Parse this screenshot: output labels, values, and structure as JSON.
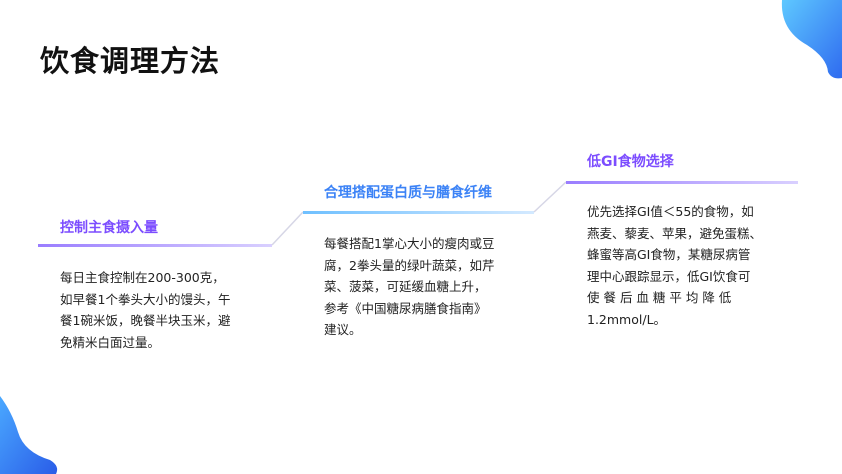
{
  "title": "饮食调理方法",
  "colors": {
    "purple": "#7c4dff",
    "blue": "#3b82f6",
    "connector": "#d6d6e6"
  },
  "steps": [
    {
      "title": "控制主食摄入量",
      "lines": [
        "每日主食控制在200-300克，",
        "如早餐1个拳头大小的馒头，午",
        "餐1碗米饭，晚餐半块玉米，避",
        "免精米白面过量。"
      ]
    },
    {
      "title": "合理搭配蛋白质与膳食纤维",
      "lines": [
        "每餐搭配1掌心大小的瘦肉或豆",
        "腐，2拳头量的绿叶蔬菜，如芹",
        "菜、菠菜，可延缓血糖上升，",
        "参考《中国糖尿病膳食指南》",
        "建议。"
      ]
    },
    {
      "title": "低GI食物选择",
      "lines": [
        "优先选择GI值＜55的食物，如",
        "燕麦、藜麦、苹果，避免蛋糕、",
        "蜂蜜等高GI食物，某糖尿病管",
        "理中心跟踪显示，低GI饮食可",
        "使 餐 后 血 糖 平 均 降 低",
        "1.2mmol/L。"
      ]
    }
  ]
}
